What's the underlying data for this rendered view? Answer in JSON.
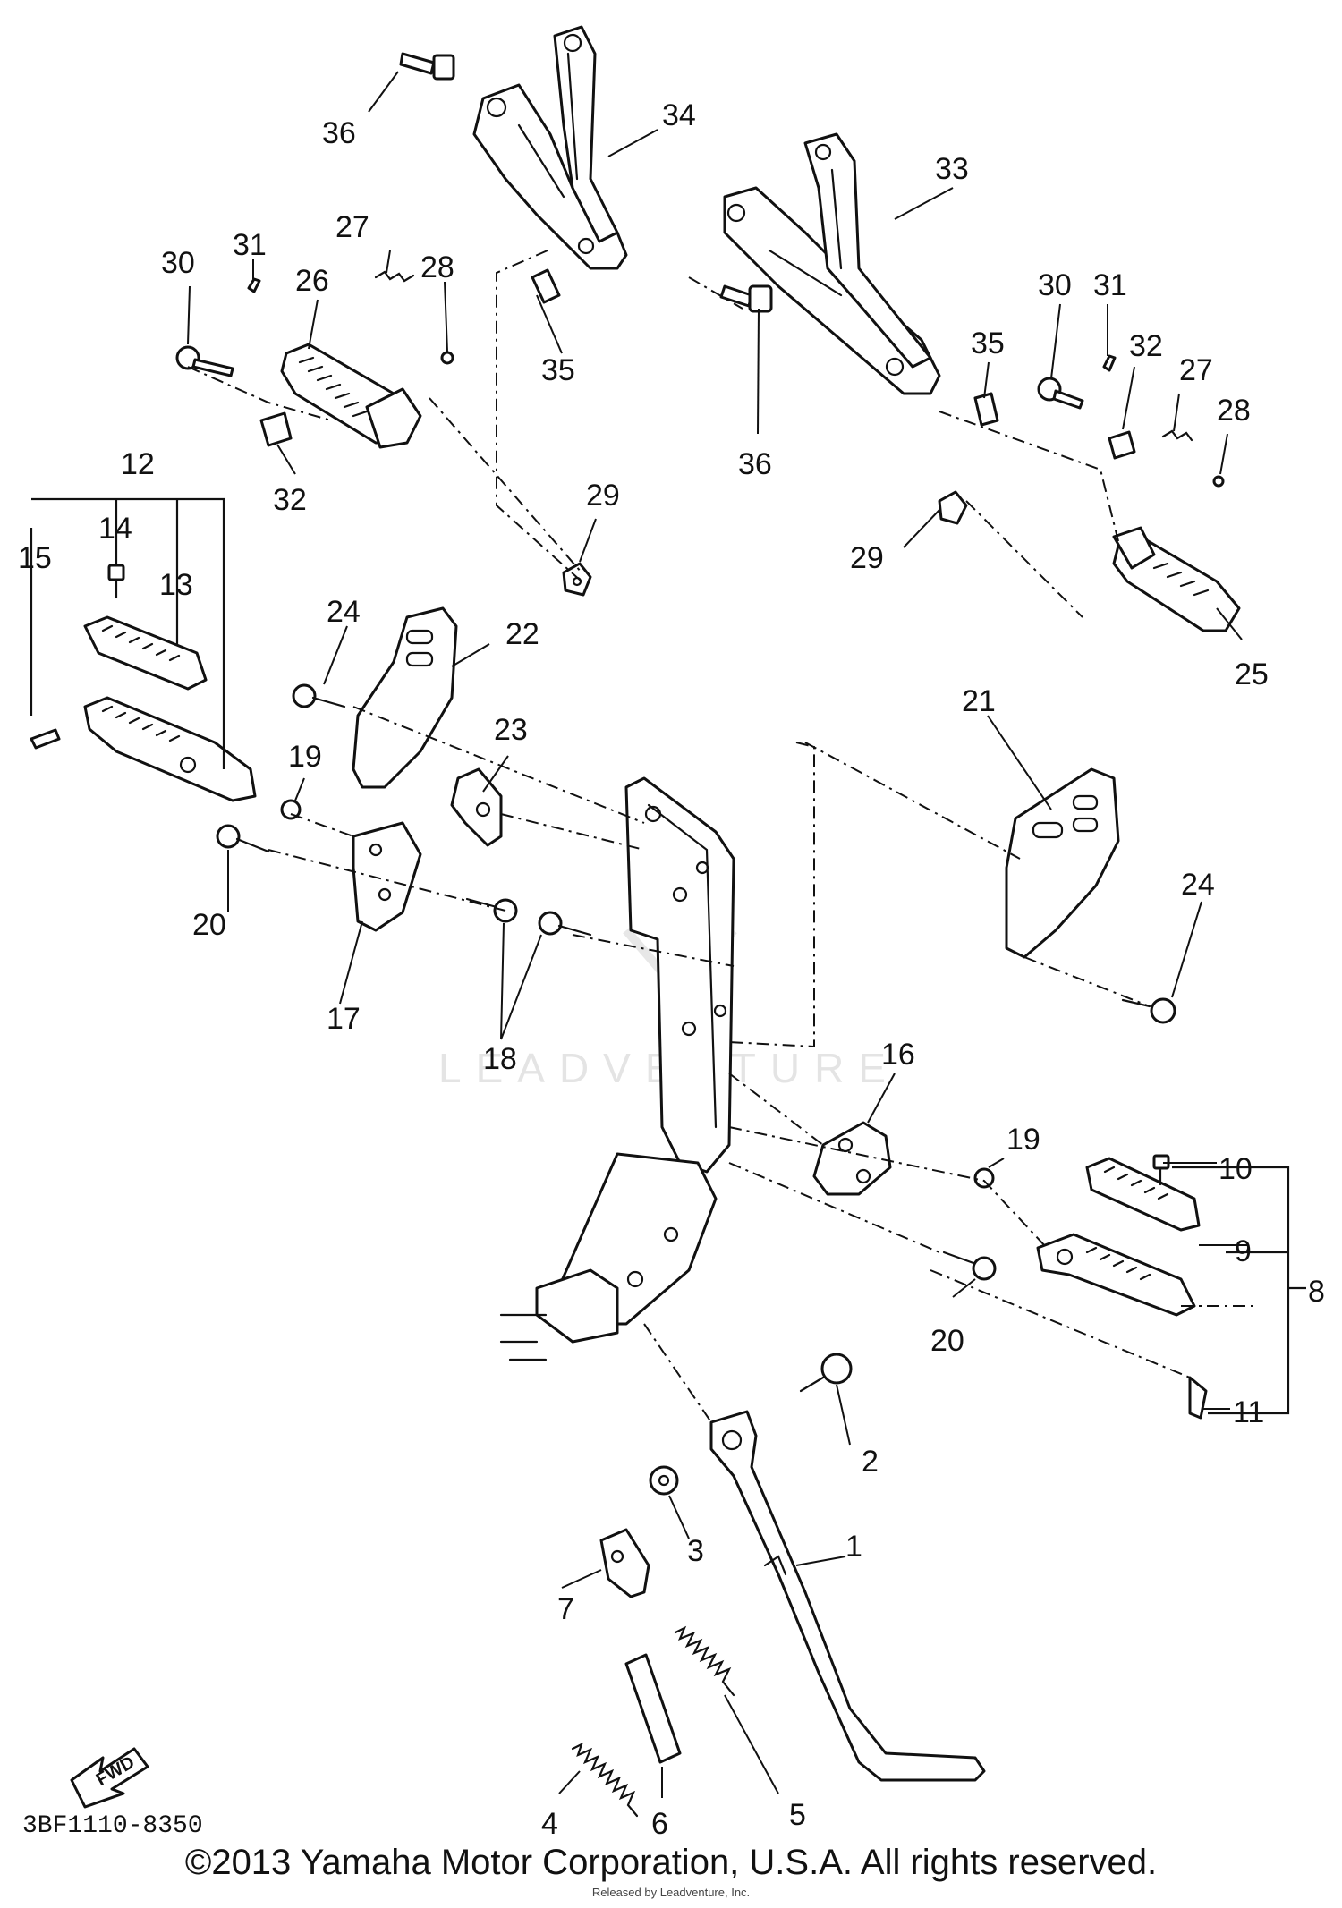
{
  "diagram": {
    "drawing_number": "3BF1110-8350",
    "fwd_label": "FWD",
    "watermark": "LEADVENTURE",
    "copyright": "©2013 Yamaha Motor Corporation, U.S.A. All rights reserved.",
    "released_by": "Released by Leadventure, Inc.",
    "callouts": {
      "c1": "1",
      "c2": "2",
      "c3": "3",
      "c4": "4",
      "c5": "5",
      "c6": "6",
      "c7": "7",
      "c8": "8",
      "c9": "9",
      "c10": "10",
      "c11": "11",
      "c12": "12",
      "c13": "13",
      "c14": "14",
      "c15": "15",
      "c16": "16",
      "c17": "17",
      "c18": "18",
      "c19a": "19",
      "c19b": "19",
      "c20a": "20",
      "c20b": "20",
      "c21": "21",
      "c22": "22",
      "c23": "23",
      "c24a": "24",
      "c24b": "24",
      "c25": "25",
      "c26": "26",
      "c27a": "27",
      "c27b": "27",
      "c28a": "28",
      "c28b": "28",
      "c29a": "29",
      "c29b": "29",
      "c30a": "30",
      "c30b": "30",
      "c31a": "31",
      "c31b": "31",
      "c32a": "32",
      "c32b": "32",
      "c33": "33",
      "c34": "34",
      "c35a": "35",
      "c35b": "35",
      "c36a": "36",
      "c36b": "36"
    }
  }
}
